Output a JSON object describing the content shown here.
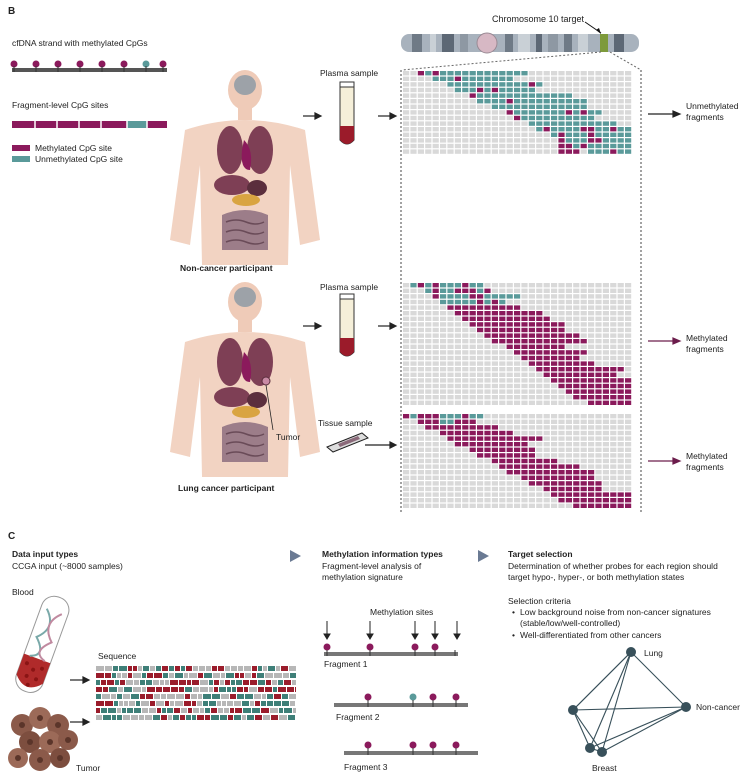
{
  "panel_b": {
    "letter": "B",
    "chromosome_label": "Chromosome 10 target",
    "strand_label": "cfDNA strand with methylated CpGs",
    "fragment_label": "Fragment-level CpG sites",
    "legend": {
      "methylated": "Methylated CpG site",
      "unmethylated": "Unmethylated CpG site"
    },
    "plasma_sample_1": "Plasma sample",
    "plasma_sample_2": "Plasma sample",
    "tissue_sample": "Tissue sample",
    "tumor": "Tumor",
    "participant_1": "Non-cancer participant",
    "participant_2": "Lung cancer participant",
    "result_1": [
      "Unmethylated",
      "fragments"
    ],
    "result_2": [
      "Methylated",
      "fragments"
    ],
    "result_3": [
      "Methylated",
      "fragments"
    ]
  },
  "panel_c": {
    "letter": "C",
    "data_input_title": "Data input types",
    "data_input_sub": "CCGA input (~8000 samples)",
    "blood": "Blood",
    "sequence": "Sequence",
    "tumor": "Tumor",
    "meth_info_title": "Methylation information types",
    "meth_info_sub": [
      "Fragment-level analysis of",
      "methylation signature"
    ],
    "methylation_sites": "Methylation sites",
    "fragments": [
      "Fragment 1",
      "Fragment 2",
      "Fragment 3"
    ],
    "target_title": "Target selection",
    "target_desc": [
      "Determination of whether probes for each region should",
      "target hypo-, hyper-, or both methylation states"
    ],
    "criteria_title": "Selection criteria",
    "criteria": [
      [
        "Low background noise from non-cancer signatures",
        "(stable/low/well-controlled)"
      ],
      [
        "Well-differentiated from other cancers"
      ]
    ],
    "network_nodes": [
      "Lung",
      "Non-cancer",
      "Breast"
    ]
  },
  "colors": {
    "methylated": "#8b1a5c",
    "unmethylated": "#5a9a9a",
    "empty": "#d9d9d9",
    "accent": "#6c1d4c"
  }
}
